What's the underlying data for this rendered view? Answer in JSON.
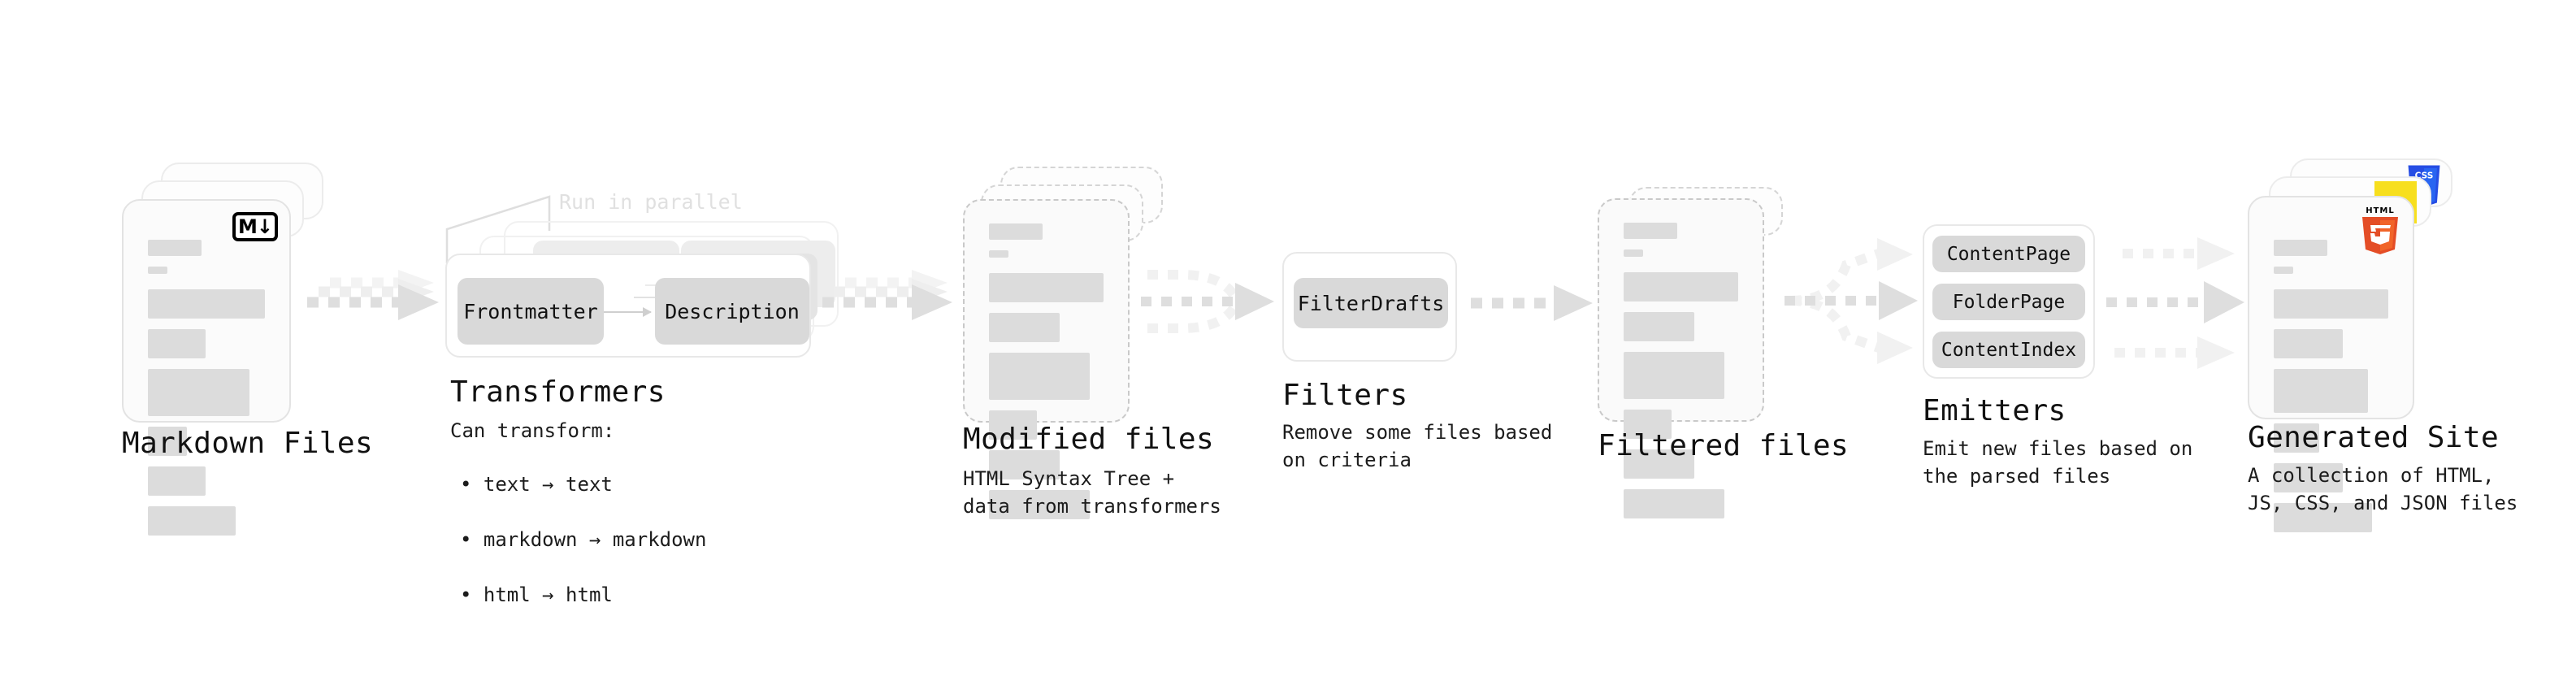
{
  "diagram": {
    "title": "Quartz content pipeline",
    "stages": [
      {
        "id": "markdown-files",
        "title": "Markdown Files",
        "desc": "",
        "badge": "markdown-badge",
        "badge_text": "M"
      },
      {
        "id": "transformers",
        "title": "Transformers",
        "desc": "Can transform:",
        "bullets": [
          "text → text",
          "markdown → markdown",
          "html → html"
        ],
        "callout": "Run in parallel",
        "chips": [
          "Frontmatter",
          "Description"
        ]
      },
      {
        "id": "modified-files",
        "title": "Modified files",
        "desc": "HTML Syntax Tree +\ndata from transformers"
      },
      {
        "id": "filters",
        "title": "Filters",
        "desc": "Remove some files based\non criteria",
        "chips": [
          "FilterDrafts"
        ]
      },
      {
        "id": "filtered-files",
        "title": "Filtered files",
        "desc": ""
      },
      {
        "id": "emitters",
        "title": "Emitters",
        "desc": "Emit new files based on\nthe parsed files",
        "chips": [
          "ContentPage",
          "FolderPage",
          "ContentIndex"
        ]
      },
      {
        "id": "generated-site",
        "title": "Generated Site",
        "desc": "A collection of HTML,\nJS, CSS, and JSON files",
        "badges": [
          "html5-badge",
          "js-badge",
          "css3-badge"
        ],
        "badge_texts": {
          "html5": "HTML",
          "html5_num": "5",
          "css3": "CSS"
        }
      }
    ],
    "colors": {
      "background": "#ffffff",
      "text": "#111111",
      "muted_text": "#e0e0e0",
      "card_fill": "#fbfbfb",
      "card_border": "#e3e3e3",
      "dashed_border": "#c9c9c9",
      "skeleton_row": "#dcdcdc",
      "chip_fill": "#d9d9d9",
      "arrow": "#d2d2d2",
      "arrow_light": "#ececec",
      "html5_orange": "#e44d26",
      "html5_shield": "#f16529",
      "js_yellow": "#f7df1e",
      "css_blue": "#264de4"
    }
  }
}
